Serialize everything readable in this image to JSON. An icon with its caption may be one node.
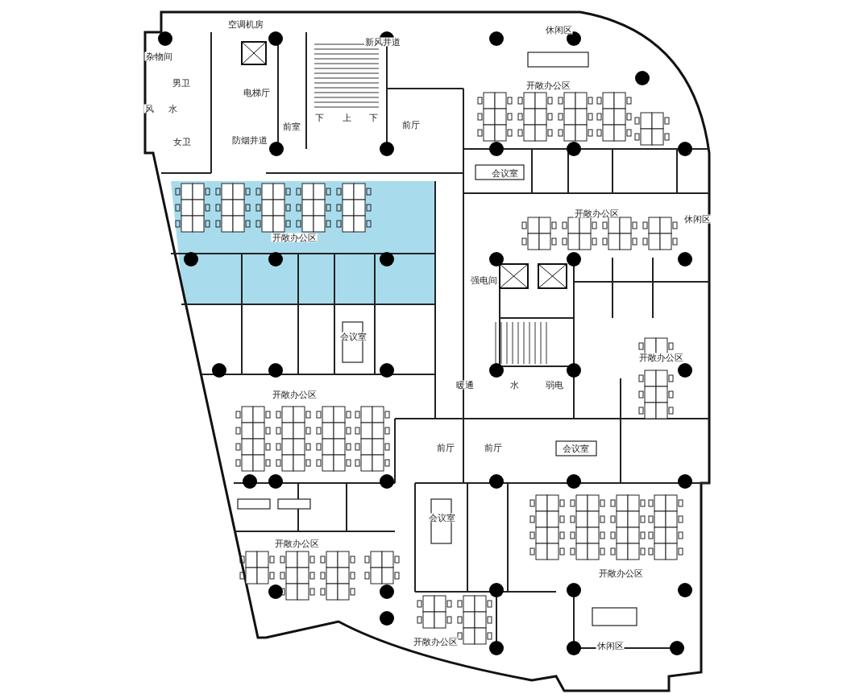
{
  "diagram": {
    "labels": [
      "空调机房",
      "杂物间",
      "新风井道",
      "男卫",
      "电梯厅",
      "风",
      "水",
      "下",
      "上",
      "下",
      "前室",
      "女卫",
      "防烟井道",
      "前厅",
      "开敞办公区",
      "会议室",
      "开敞办公区",
      "开敞办公区",
      "休闲区",
      "强电间",
      "会议室",
      "开敞办公区",
      "暖通",
      "水",
      "弱电",
      "开敞办公区",
      "前厅",
      "前厅",
      "会议室",
      "会议室",
      "开敞办公区",
      "开敞办公区",
      "开敞办公区",
      "休闲区",
      "休闲区"
    ]
  }
}
